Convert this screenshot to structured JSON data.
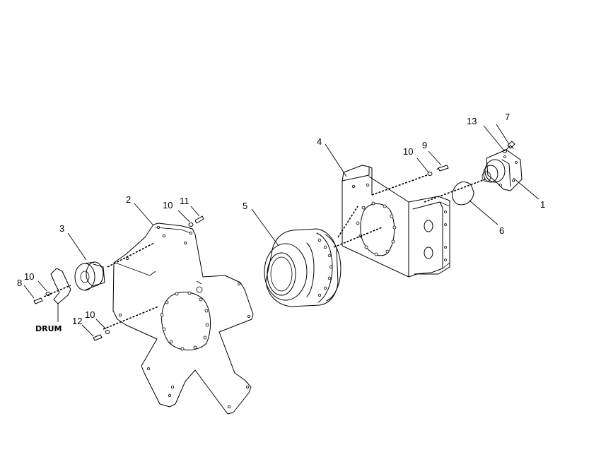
{
  "callouts": {
    "c1": "1",
    "c2": "2",
    "c3": "3",
    "c4": "4",
    "c5": "5",
    "c6": "6",
    "c7": "7",
    "c8": "8",
    "c9": "9",
    "c10a": "10",
    "c10b": "10",
    "c10c": "10",
    "c10d": "10",
    "c11": "11",
    "c12": "12",
    "c13": "13"
  },
  "labels": {
    "drum": "DRUM"
  }
}
